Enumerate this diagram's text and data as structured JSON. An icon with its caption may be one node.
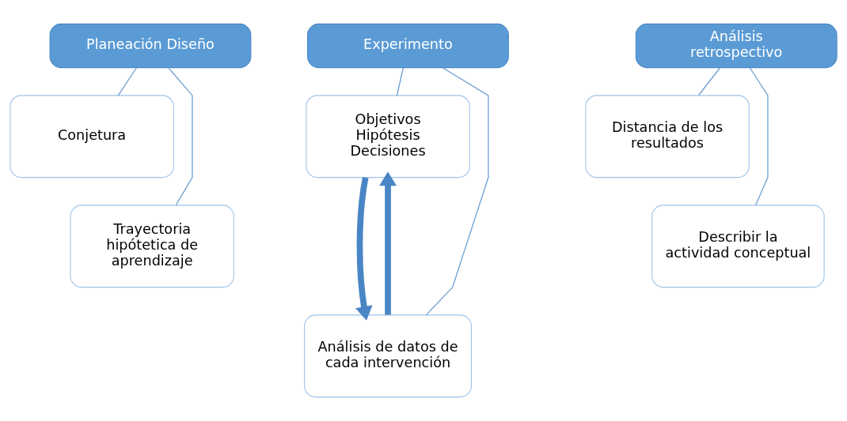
{
  "diagram": {
    "nodes": [
      {
        "text": [
          "Planeación Diseño"
        ]
      },
      {
        "text": [
          "Conjetura"
        ]
      },
      {
        "text": [
          "Trayectoria hipótetica de aprendizaje"
        ]
      },
      {
        "text": [
          "Experimento"
        ]
      },
      {
        "text": [
          "Objetivos",
          "Hipótesis",
          "Decisiones"
        ]
      },
      {
        "text": [
          "Análisis de datos de cada intervención"
        ]
      },
      {
        "text": [
          "Análisis retrospectivo"
        ]
      },
      {
        "text": [
          "Distancia de los resultados"
        ]
      },
      {
        "text": [
          "Describir la actividad conceptual"
        ]
      }
    ],
    "edges": [
      {
        "from": 0,
        "to": 1,
        "arrow": "none"
      },
      {
        "from": 0,
        "to": 2,
        "arrow": "none"
      },
      {
        "from": 3,
        "to": 4,
        "arrow": "none"
      },
      {
        "from": 3,
        "to": 5,
        "arrow": "none"
      },
      {
        "from": 6,
        "to": 7,
        "arrow": "none"
      },
      {
        "from": 6,
        "to": 8,
        "arrow": "none"
      },
      {
        "from": 4,
        "to": 5,
        "arrow": "to",
        "style": "thick",
        "color": "#4a86c5"
      },
      {
        "from": 5,
        "to": 4,
        "arrow": "to",
        "style": "thick",
        "color": "#4a86c5"
      }
    ]
  }
}
